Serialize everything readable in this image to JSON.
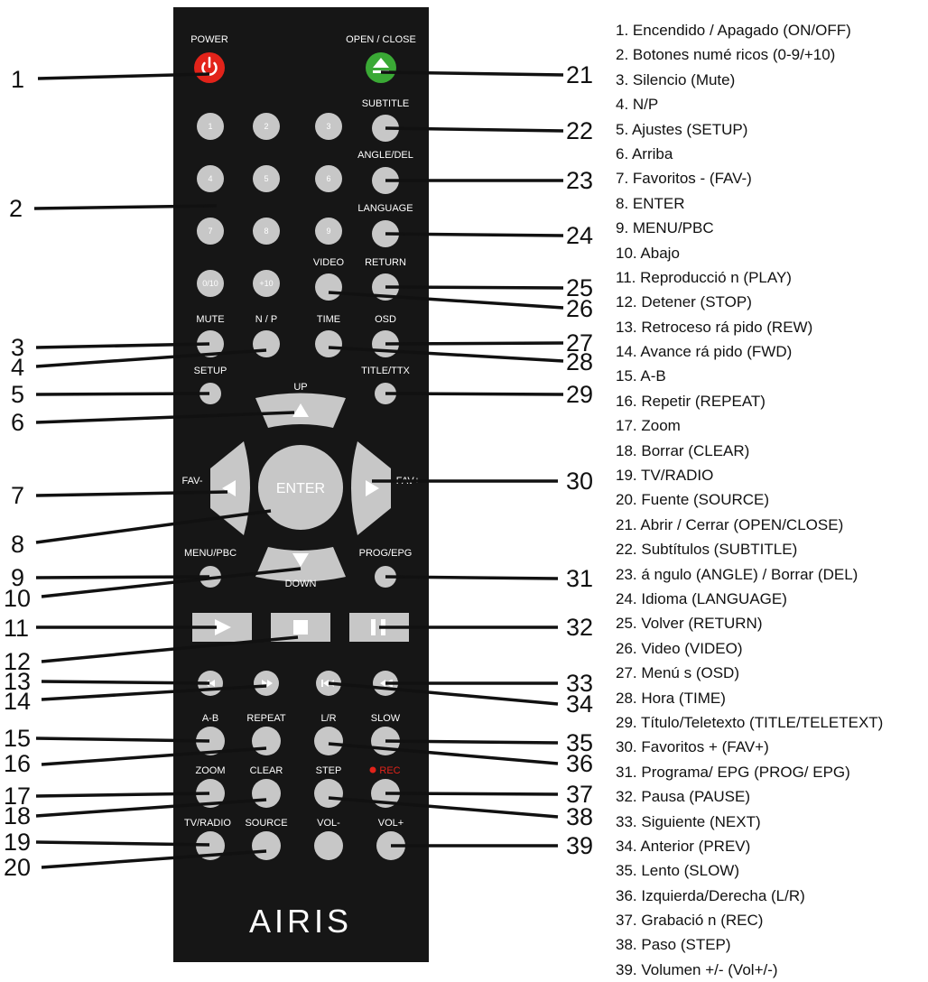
{
  "remote": {
    "brand": "AIRIS",
    "labels": {
      "power": "POWER",
      "open_close": "OPEN / CLOSE",
      "subtitle": "SUBTITLE",
      "angle_del": "ANGLE/DEL",
      "language": "LANGUAGE",
      "video": "VIDEO",
      "return": "RETURN",
      "mute": "MUTE",
      "np": "N / P",
      "time": "TIME",
      "osd": "OSD",
      "setup": "SETUP",
      "title_ttx": "TITLE/TTX",
      "up": "UP",
      "enter": "ENTER",
      "fav_minus": "FAV-",
      "fav_plus": "FAV+",
      "menu_pbc": "MENU/PBC",
      "down": "DOWN",
      "prog_epg": "PROG/EPG",
      "ab": "A-B",
      "repeat": "REPEAT",
      "lr": "L/R",
      "slow": "SLOW",
      "zoom": "ZOOM",
      "clear": "CLEAR",
      "step": "STEP",
      "rec": "REC",
      "tv_radio": "TV/RADIO",
      "source": "SOURCE",
      "vol_minus": "VOL-",
      "vol_plus": "VOL+"
    },
    "digits": [
      "1",
      "2",
      "3",
      "4",
      "5",
      "6",
      "7",
      "8",
      "9",
      "0/10",
      "+10"
    ],
    "colors": {
      "body": "#161616",
      "button": "#c7c7c7",
      "power": "#e2231a",
      "open_close": "#3aa935",
      "rec_dot": "#e2231a"
    }
  },
  "callouts": [
    "1",
    "2",
    "3",
    "4",
    "5",
    "6",
    "7",
    "8",
    "9",
    "10",
    "11",
    "12",
    "13",
    "14",
    "15",
    "16",
    "17",
    "18",
    "19",
    "20",
    "21",
    "22",
    "23",
    "24",
    "25",
    "26",
    "27",
    "28",
    "29",
    "30",
    "31",
    "32",
    "33",
    "34",
    "35",
    "36",
    "37",
    "38",
    "39"
  ],
  "legend": [
    "1. Encendido / Apagado (ON/OFF)",
    "2. Botones numé ricos (0-9/+10)",
    "3. Silencio (Mute)",
    "4. N/P",
    "5. Ajustes (SETUP)",
    "6. Arriba",
    "7.  Favoritos -  (FAV-)",
    "8. ENTER",
    "9. MENU/PBC",
    "10. Abajo",
    "11. Reproducció n (PLAY)",
    "12. Detener (STOP)",
    "13. Retroceso rá pido (REW)",
    "14. Avance rá pido (FWD)",
    "15. A-B",
    "16. Repetir (REPEAT)",
    "17. Zoom",
    "18. Borrar (CLEAR)",
    "19. TV/RADIO",
    "20. Fuente (SOURCE)",
    "21. Abrir / Cerrar (OPEN/CLOSE)",
    "22. Subtítulos (SUBTITLE)",
    "23. á ngulo (ANGLE) / Borrar (DEL)",
    "24. Idioma (LANGUAGE)",
    "25. Volver (RETURN)",
    "26. Video (VIDEO)",
    "27. Menú s (OSD)",
    "28. Hora (TIME)",
    "29. Título/Teletexto (TITLE/TELETEXT)",
    "30. Favoritos + (FAV+)",
    "31. Programa/ EPG (PROG/ EPG)",
    "32. Pausa (PAUSE)",
    "33. Siguiente (NEXT)",
    "34. Anterior (PREV)",
    "35. Lento (SLOW)",
    "36. Izquierda/Derecha (L/R)",
    "37. Grabació n (REC)",
    "38. Paso (STEP)",
    "39. Volumen +/- (Vol+/-)"
  ]
}
